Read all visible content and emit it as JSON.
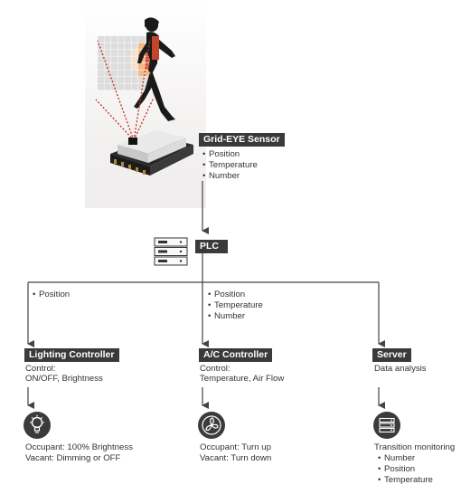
{
  "sensor": {
    "label": "Grid-EYE Sensor",
    "items": [
      "Position",
      "Temperature",
      "Number"
    ]
  },
  "plc": {
    "label": "PLC"
  },
  "branch_labels": {
    "left": [
      "Position"
    ],
    "middle": [
      "Position",
      "Temperature",
      "Number"
    ]
  },
  "lighting": {
    "title": "Lighting Controller",
    "control_label": "Control:",
    "control_value": "ON/OFF, Brightness",
    "icon": "lightbulb-icon",
    "occupant": "Occupant: 100% Brightness",
    "vacant": "Vacant: Dimming or OFF"
  },
  "ac": {
    "title": "A/C Controller",
    "control_label": "Control:",
    "control_value": "Temperature, Air Flow",
    "icon": "fan-icon",
    "occupant": "Occupant: Turn up",
    "vacant": "Vacant: Turn down"
  },
  "server": {
    "title": "Server",
    "control_value": "Data analysis",
    "icon": "server-icon",
    "monitoring": "Transition monitoring",
    "items": [
      "Number",
      "Position",
      "Temperature"
    ]
  },
  "colors": {
    "tag_bg": "#3a3a3a",
    "line": "#444444",
    "icon_bg": "#3b3b3b",
    "heat_hot": "#d9542b",
    "heat_warm": "#f2b27a"
  }
}
